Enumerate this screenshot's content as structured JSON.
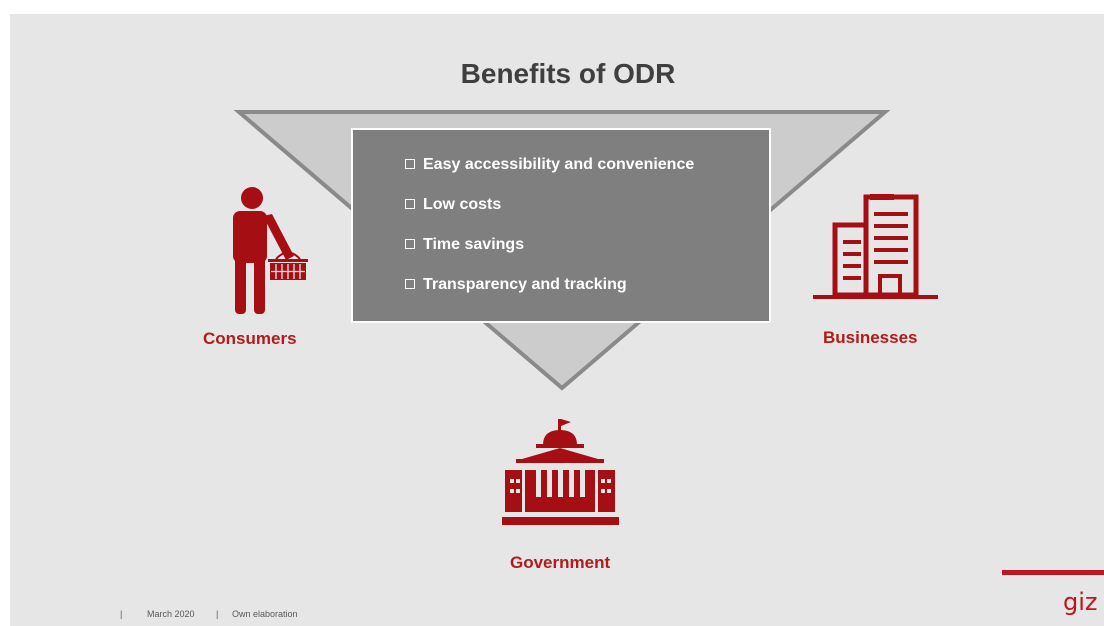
{
  "title": "Benefits of ODR",
  "benefits": [
    "Easy accessibility and convenience",
    "Low costs",
    "Time savings",
    "Transparency and tracking"
  ],
  "stakeholders": {
    "consumers": "Consumers",
    "businesses": "Businesses",
    "government": "Government"
  },
  "footer": {
    "sep1": "|",
    "date": "March 2020",
    "sep2": "|",
    "source": "Own elaboration"
  },
  "logo": "giz",
  "colors": {
    "accent_red": "#b31b1b",
    "box_grey": "#7f7f7f",
    "triangle_fill": "#cccccc",
    "triangle_stroke": "#8a8a8a",
    "background": "#e6e6e6"
  }
}
